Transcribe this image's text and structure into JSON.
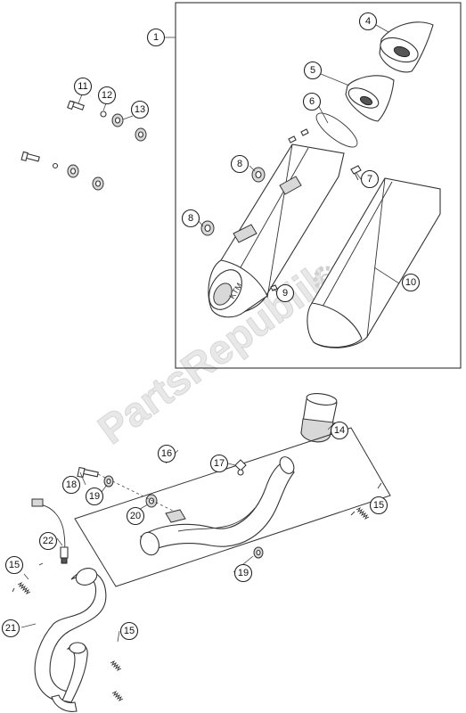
{
  "watermark": "PartsRepublik",
  "callouts": [
    {
      "id": "1",
      "label": "1"
    },
    {
      "id": "4",
      "label": "4"
    },
    {
      "id": "5",
      "label": "5"
    },
    {
      "id": "6",
      "label": "6"
    },
    {
      "id": "7",
      "label": "7"
    },
    {
      "id": "8a",
      "label": "8"
    },
    {
      "id": "8b",
      "label": "8"
    },
    {
      "id": "9",
      "label": "9"
    },
    {
      "id": "10",
      "label": "10"
    },
    {
      "id": "11",
      "label": "11"
    },
    {
      "id": "12",
      "label": "12"
    },
    {
      "id": "13",
      "label": "13"
    },
    {
      "id": "14",
      "label": "14"
    },
    {
      "id": "15a",
      "label": "15"
    },
    {
      "id": "15b",
      "label": "15"
    },
    {
      "id": "15c",
      "label": "15"
    },
    {
      "id": "16",
      "label": "16"
    },
    {
      "id": "17",
      "label": "17"
    },
    {
      "id": "18",
      "label": "18"
    },
    {
      "id": "19a",
      "label": "19"
    },
    {
      "id": "19b",
      "label": "19"
    },
    {
      "id": "20",
      "label": "20"
    },
    {
      "id": "21",
      "label": "21"
    },
    {
      "id": "22",
      "label": "22"
    }
  ]
}
